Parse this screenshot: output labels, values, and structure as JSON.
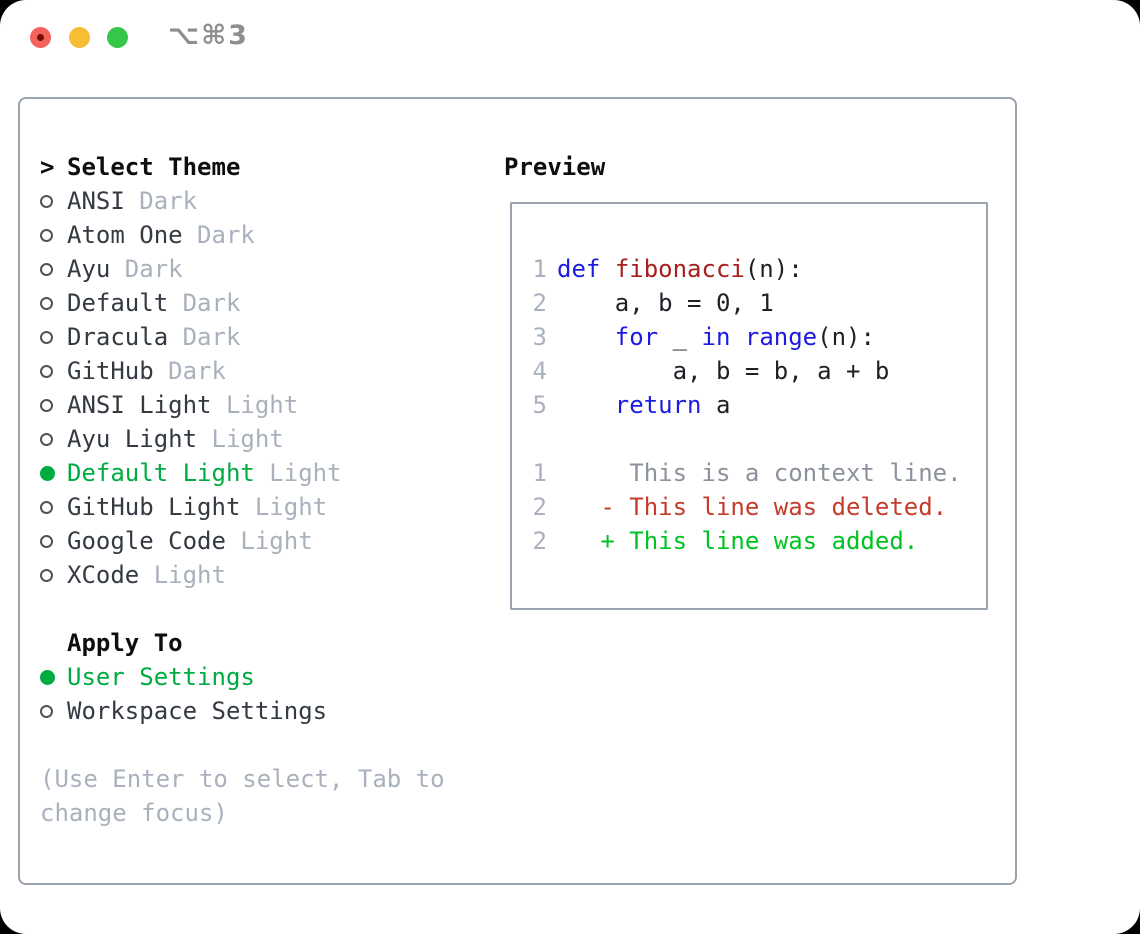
{
  "titlebar": {
    "shortcut": "⌥⌘3",
    "buttons": [
      "close",
      "minimize",
      "zoom"
    ]
  },
  "theme_panel": {
    "prompt": ">",
    "title": "Select Theme",
    "items": [
      {
        "name": "ANSI",
        "variant": "Dark",
        "selected": false
      },
      {
        "name": "Atom One",
        "variant": "Dark",
        "selected": false
      },
      {
        "name": "Ayu",
        "variant": "Dark",
        "selected": false
      },
      {
        "name": "Default",
        "variant": "Dark",
        "selected": false
      },
      {
        "name": "Dracula",
        "variant": "Dark",
        "selected": false
      },
      {
        "name": "GitHub",
        "variant": "Dark",
        "selected": false
      },
      {
        "name": "ANSI Light",
        "variant": "Light",
        "selected": false
      },
      {
        "name": "Ayu Light",
        "variant": "Light",
        "selected": false
      },
      {
        "name": "Default Light",
        "variant": "Light",
        "selected": true
      },
      {
        "name": "GitHub Light",
        "variant": "Light",
        "selected": false
      },
      {
        "name": "Google Code",
        "variant": "Light",
        "selected": false
      },
      {
        "name": "XCode",
        "variant": "Light",
        "selected": false
      }
    ]
  },
  "apply_panel": {
    "title": "Apply To",
    "options": [
      {
        "label": "User Settings",
        "selected": true
      },
      {
        "label": "Workspace Settings",
        "selected": false
      }
    ]
  },
  "hint": "(Use Enter to select, Tab to change focus)",
  "preview": {
    "title": "Preview",
    "code_lines": [
      {
        "number": "1",
        "segments": [
          {
            "t": "def",
            "c": "kw"
          },
          {
            "t": " ",
            "c": "plain"
          },
          {
            "t": "fibonacci",
            "c": "fn"
          },
          {
            "t": "(n):",
            "c": "plain"
          }
        ]
      },
      {
        "number": "2",
        "segments": [
          {
            "t": "    a, b = 0, 1",
            "c": "plain"
          }
        ]
      },
      {
        "number": "3",
        "segments": [
          {
            "t": "    ",
            "c": "plain"
          },
          {
            "t": "for",
            "c": "kw"
          },
          {
            "t": " _ ",
            "c": "plain"
          },
          {
            "t": "in",
            "c": "kw"
          },
          {
            "t": " ",
            "c": "plain"
          },
          {
            "t": "range",
            "c": "kw"
          },
          {
            "t": "(n):",
            "c": "plain"
          }
        ]
      },
      {
        "number": "4",
        "segments": [
          {
            "t": "        a, b = b, a + b",
            "c": "plain"
          }
        ]
      },
      {
        "number": "5",
        "segments": [
          {
            "t": "    ",
            "c": "plain"
          },
          {
            "t": "return",
            "c": "kw"
          },
          {
            "t": " a",
            "c": "plain"
          }
        ]
      },
      {
        "number": "",
        "segments": []
      },
      {
        "number": "1",
        "segments": [
          {
            "t": "     This is a context line.",
            "c": "ctx"
          }
        ]
      },
      {
        "number": "2",
        "segments": [
          {
            "t": "   - This line was deleted.",
            "c": "del"
          }
        ]
      },
      {
        "number": "2",
        "segments": [
          {
            "t": "   + This line was added.",
            "c": "add"
          }
        ]
      }
    ]
  },
  "colors": {
    "accent_green": "#00ab41",
    "added_green": "#00c322",
    "deleted_red": "#c43c2c",
    "keyword_blue": "#1c1ce1",
    "function_red": "#a81d1d",
    "context_gray": "#8b929b",
    "muted_gray": "#a9b1bc",
    "text_dark": "#343a42",
    "border_gray": "#9aa2ae",
    "titlebar_gray": "#8e8e8e",
    "tl_red": "#f4625a",
    "tl_red_dot": "#770c06",
    "tl_yellow": "#f7bd35",
    "tl_green": "#34c748"
  }
}
